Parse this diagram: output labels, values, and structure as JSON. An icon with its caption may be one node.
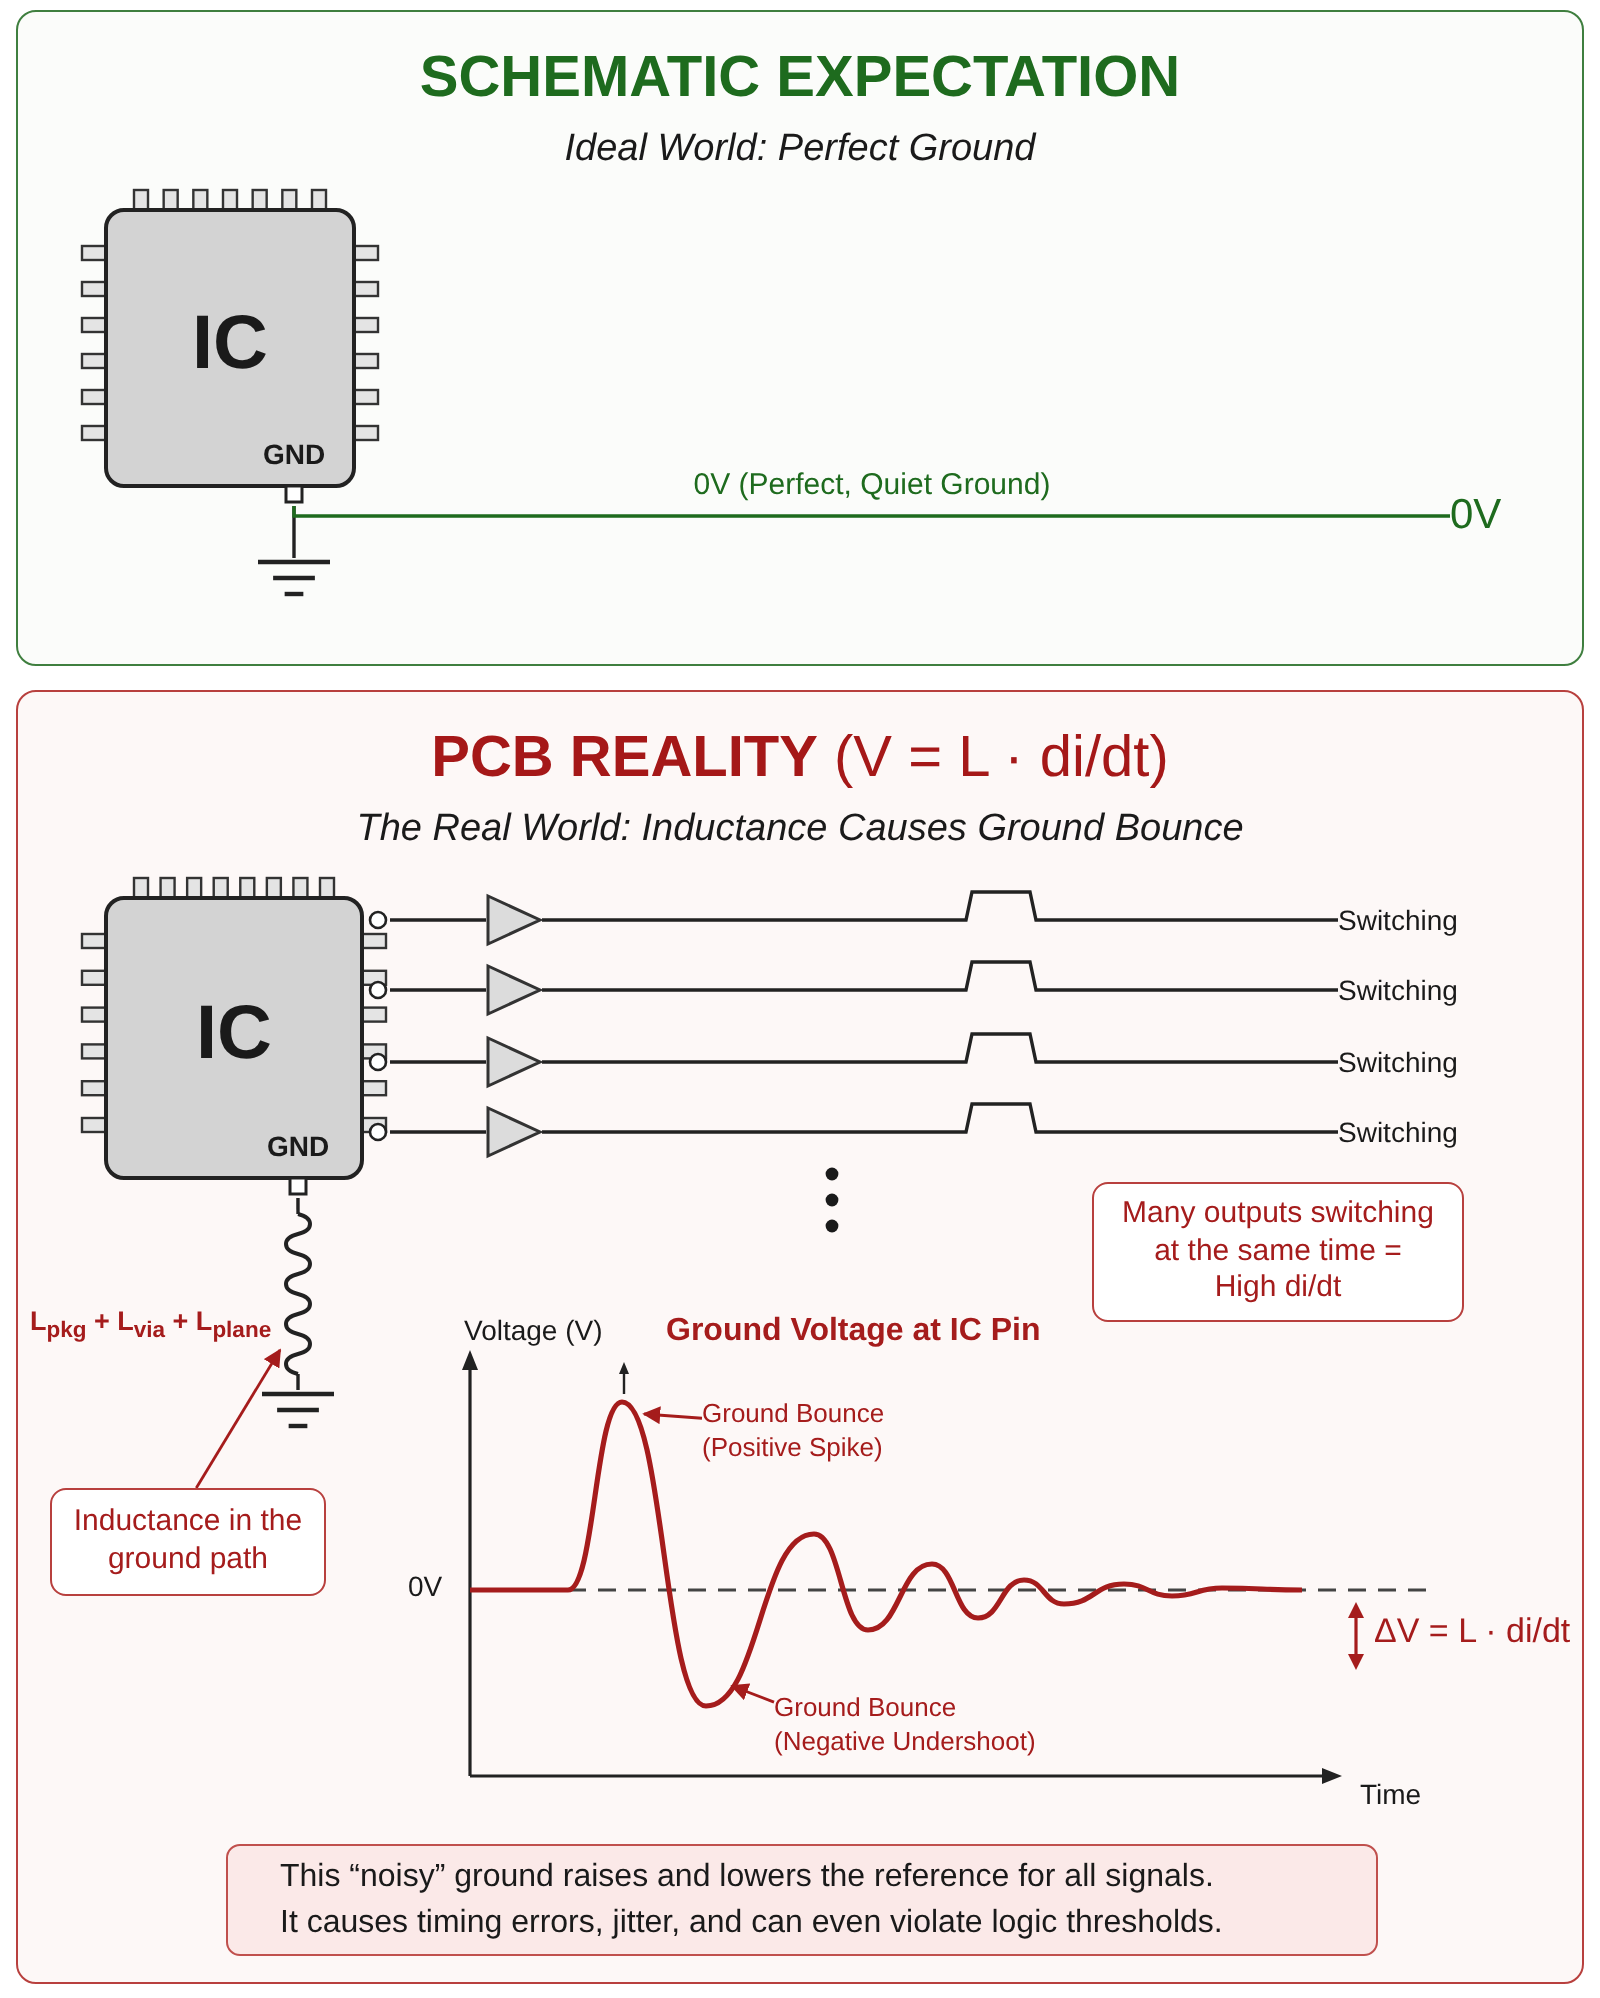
{
  "diagram": {
    "nodes": [
      {
        "text": [
          "SCHEMATIC EXPECTATION",
          "Ideal World: Perfect Ground"
        ]
      },
      {
        "text": [
          "IC",
          "GND"
        ],
        "in": 0
      },
      {
        "text": [],
        "shape": "ground",
        "in": 0
      },
      {
        "text": [
          "0V"
        ],
        "in": 0
      },
      {
        "text": [
          "**PCB REALITY** (V = L · di/dt)",
          "The Real World: Inductance Causes Ground Bounce"
        ]
      },
      {
        "text": [
          "IC",
          "GND"
        ],
        "in": 4
      },
      {
        "text": [],
        "shape": "triangle",
        "in": 4
      },
      {
        "text": [],
        "shape": "triangle",
        "in": 4
      },
      {
        "text": [],
        "shape": "triangle",
        "in": 4
      },
      {
        "text": [],
        "shape": "triangle",
        "in": 4
      },
      {
        "text": [
          "Switching"
        ],
        "in": 4
      },
      {
        "text": [
          "Switching"
        ],
        "in": 4
      },
      {
        "text": [
          "Switching"
        ],
        "in": 4
      },
      {
        "text": [
          "Switching"
        ],
        "in": 4
      },
      {
        "text": [],
        "shape": "coil",
        "beside": [
          "L$_{pkg}$ + L$_{via}$ + L$_{plane}$"
        ],
        "in": 4
      },
      {
        "text": [],
        "shape": "ground",
        "in": 4
      },
      {
        "text": [
          "Many outputs switching at the same time = High di/dt"
        ],
        "in": 4
      },
      {
        "text": [
          "Ground Bounce (Positive Spike)"
        ],
        "in": 4
      },
      {
        "text": [
          "Inductance in the ground path"
        ],
        "in": 4
      },
      {
        "text": [
          "Ground Bounce (Negative Undershoot)"
        ],
        "in": 4
      },
      {
        "text": [
          "This “noisy” ground raises and lowers the reference for all signals.",
          "It causes timing errors, jitter, and can even violate logic thresholds."
        ],
        "in": 4
      }
    ],
    "edges": [
      {
        "from": 1,
        "to": 2,
        "arrow": "none"
      },
      {
        "from": 1,
        "to": 3,
        "arrow": "none",
        "label": "0V (Perfect, Quiet Ground)",
        "color": "#1e6b1e"
      },
      {
        "from": 5,
        "to": 6,
        "arrow": "none"
      },
      {
        "from": 5,
        "to": 7,
        "arrow": "none"
      },
      {
        "from": 5,
        "to": 8,
        "arrow": "none"
      },
      {
        "from": 5,
        "to": 9,
        "arrow": "none"
      },
      {
        "from": 6,
        "to": 10,
        "arrow": "none"
      },
      {
        "from": 7,
        "to": 11,
        "arrow": "none"
      },
      {
        "from": 8,
        "to": 12,
        "arrow": "none"
      },
      {
        "from": 9,
        "to": 13,
        "arrow": "none"
      },
      {
        "from": 5,
        "to": 14,
        "arrow": "none"
      },
      {
        "from": 14,
        "to": 15,
        "arrow": "none"
      },
      {
        "from": 18,
        "to": 14,
        "arrow": "to",
        "color": "#a51c1c"
      },
      {
        "from": 17,
        "to": null,
        "arrow": "to",
        "color": "#a51c1c"
      },
      {
        "from": 19,
        "to": null,
        "arrow": "to",
        "color": "#a51c1c"
      }
    ],
    "labels": [
      "Voltage (V)",
      "Ground Voltage at IC Pin",
      "0V",
      "ΔV = L · di/dt",
      "Time"
    ]
  }
}
